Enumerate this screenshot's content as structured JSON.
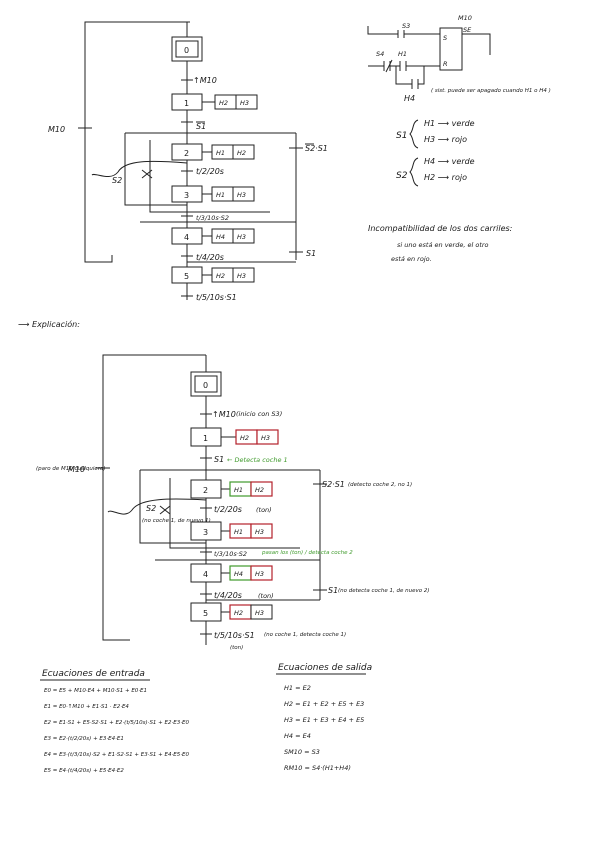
{
  "top": {
    "steps": [
      "0",
      "1",
      "2",
      "3",
      "4",
      "5"
    ],
    "actions": {
      "s1": [
        "H2",
        "H3"
      ],
      "s2": [
        "H1",
        "H2"
      ],
      "s3": [
        "H1",
        "H3"
      ],
      "s4": [
        "H4",
        "H3"
      ],
      "s5": [
        "H2",
        "H3"
      ]
    },
    "transitions": {
      "t01": "↑M10",
      "t12": "S1",
      "t23": "t/2/20s",
      "t34": "t/3/10s·S2",
      "t45": "t/4/20s",
      "t5": "t/5/10s·S1",
      "s2s1": "S2·S1",
      "s2": "S2",
      "s1": "S1",
      "m10": "M10"
    }
  },
  "circuit": {
    "s3": "S3",
    "m10": "M10",
    "se": "SE",
    "s": "S",
    "r": "R",
    "s4": "S4",
    "h1": "H1",
    "h4": "H4",
    "note": "( sist. puede ser apagado cuando H1 o H4 )"
  },
  "legend": {
    "s1": "S1",
    "s1a": "H1 ⟶ verde",
    "s1b": "H3 ⟶ rojo",
    "s2": "S2",
    "s2a": "H4 ⟶ verde",
    "s2b": "H2 ⟶ rojo"
  },
  "incompat": {
    "title": "Incompatibilidad de los dos carriles:",
    "line1": "si uno está en verde, el otro",
    "line2": "está en rojo."
  },
  "explicacion": "⟶ Explicación:",
  "bottom": {
    "t01": "↑M10",
    "t01_note": "(inicio con S3)",
    "t12": "S1",
    "t12_note": "← Detecta coche 1",
    "t23": "t/2/20s",
    "t23_note": "(ton)",
    "t34": "t/3/10s·S2",
    "t34_note": "pasan los (ton) / detecta coche 2",
    "t45": "t/4/20s",
    "t45_note": "(ton)",
    "t5": "t/5/10s·S1",
    "t5_note": "(no coche 1, detecta coche 1)",
    "t5_note2": "(ton)",
    "s2s1": "S2·S1",
    "s2s1_note": "(detecto coche 2, no 1)",
    "s2": "S2",
    "s2_note": "(no coche 1, de nuevo 1)",
    "s1": "S1",
    "s1_note": "(no detecta coche 1, de nuevo 2)",
    "m10": "M10",
    "m10_note": "(paro de M10 cualquiera)"
  },
  "eq_in": {
    "title": "Ecuaciones de entrada",
    "lines": [
      "E0 = E5 + M10·E4 + M10·S1 + E0·E1",
      "E1 = E0·↑M10 + E1·S1 · E2·E4",
      "E2 = E1·S1 + E5·S2·S1 + E2·(t/5/10s)·S1 + E2·E3·E0",
      "E3 = E2·(t/2/20s) + E3·E4·E1",
      "E4 = E3·(t/3/10s)·S2 + E1·S2·S1 + E3·S1 + E4·E5·E0",
      "E5 = E4·(t/4/20s) + E5·E4·E2"
    ]
  },
  "eq_out": {
    "title": "Ecuaciones de salida",
    "lines": [
      "H1 = E2",
      "H2 = E1 + E2 + E5 + E3",
      "H3 = E1 + E3 + E4 + E5",
      "H4 = E4",
      "SM10 = S3",
      "RM10 = S4·(H1+H4)"
    ]
  }
}
